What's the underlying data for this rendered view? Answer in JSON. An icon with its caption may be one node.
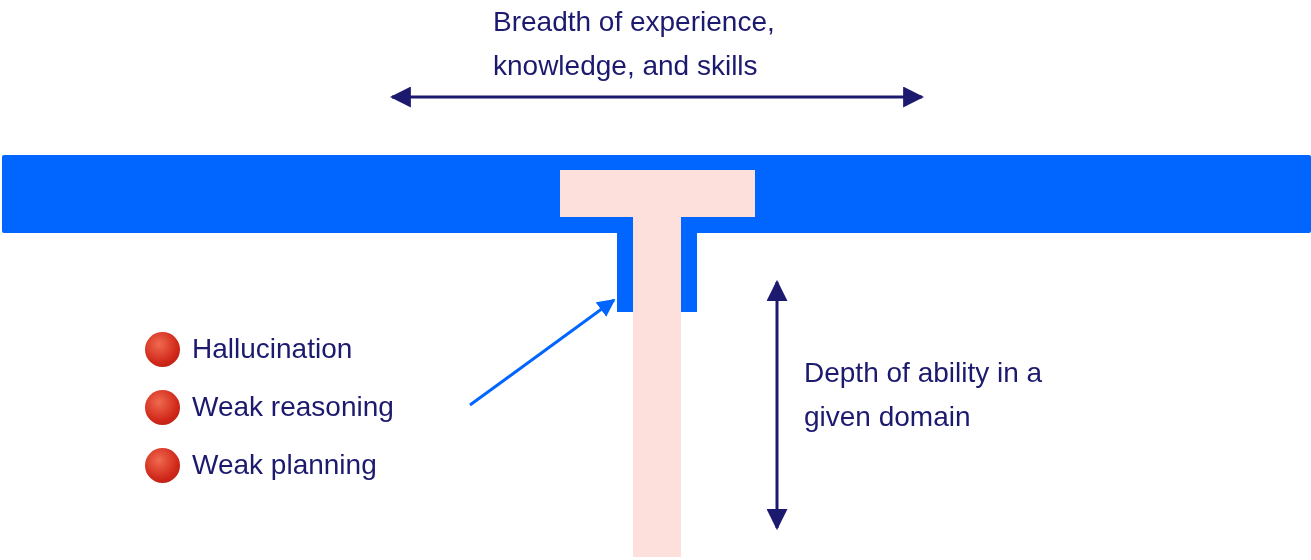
{
  "diagram": {
    "nodes": [
      {
        "text": [
          "Hallucination",
          "Weak reasoning",
          "Weak planning"
        ]
      },
      {
        "text": [],
        "shape": "bar"
      },
      {
        "text": [],
        "shape": "bar"
      }
    ],
    "edges": [
      {
        "from": 0,
        "to": 1,
        "arrow": "to"
      }
    ],
    "labels": [
      "Breadth of experience, knowledge, and skills",
      "Depth of ability in a given domain"
    ]
  }
}
